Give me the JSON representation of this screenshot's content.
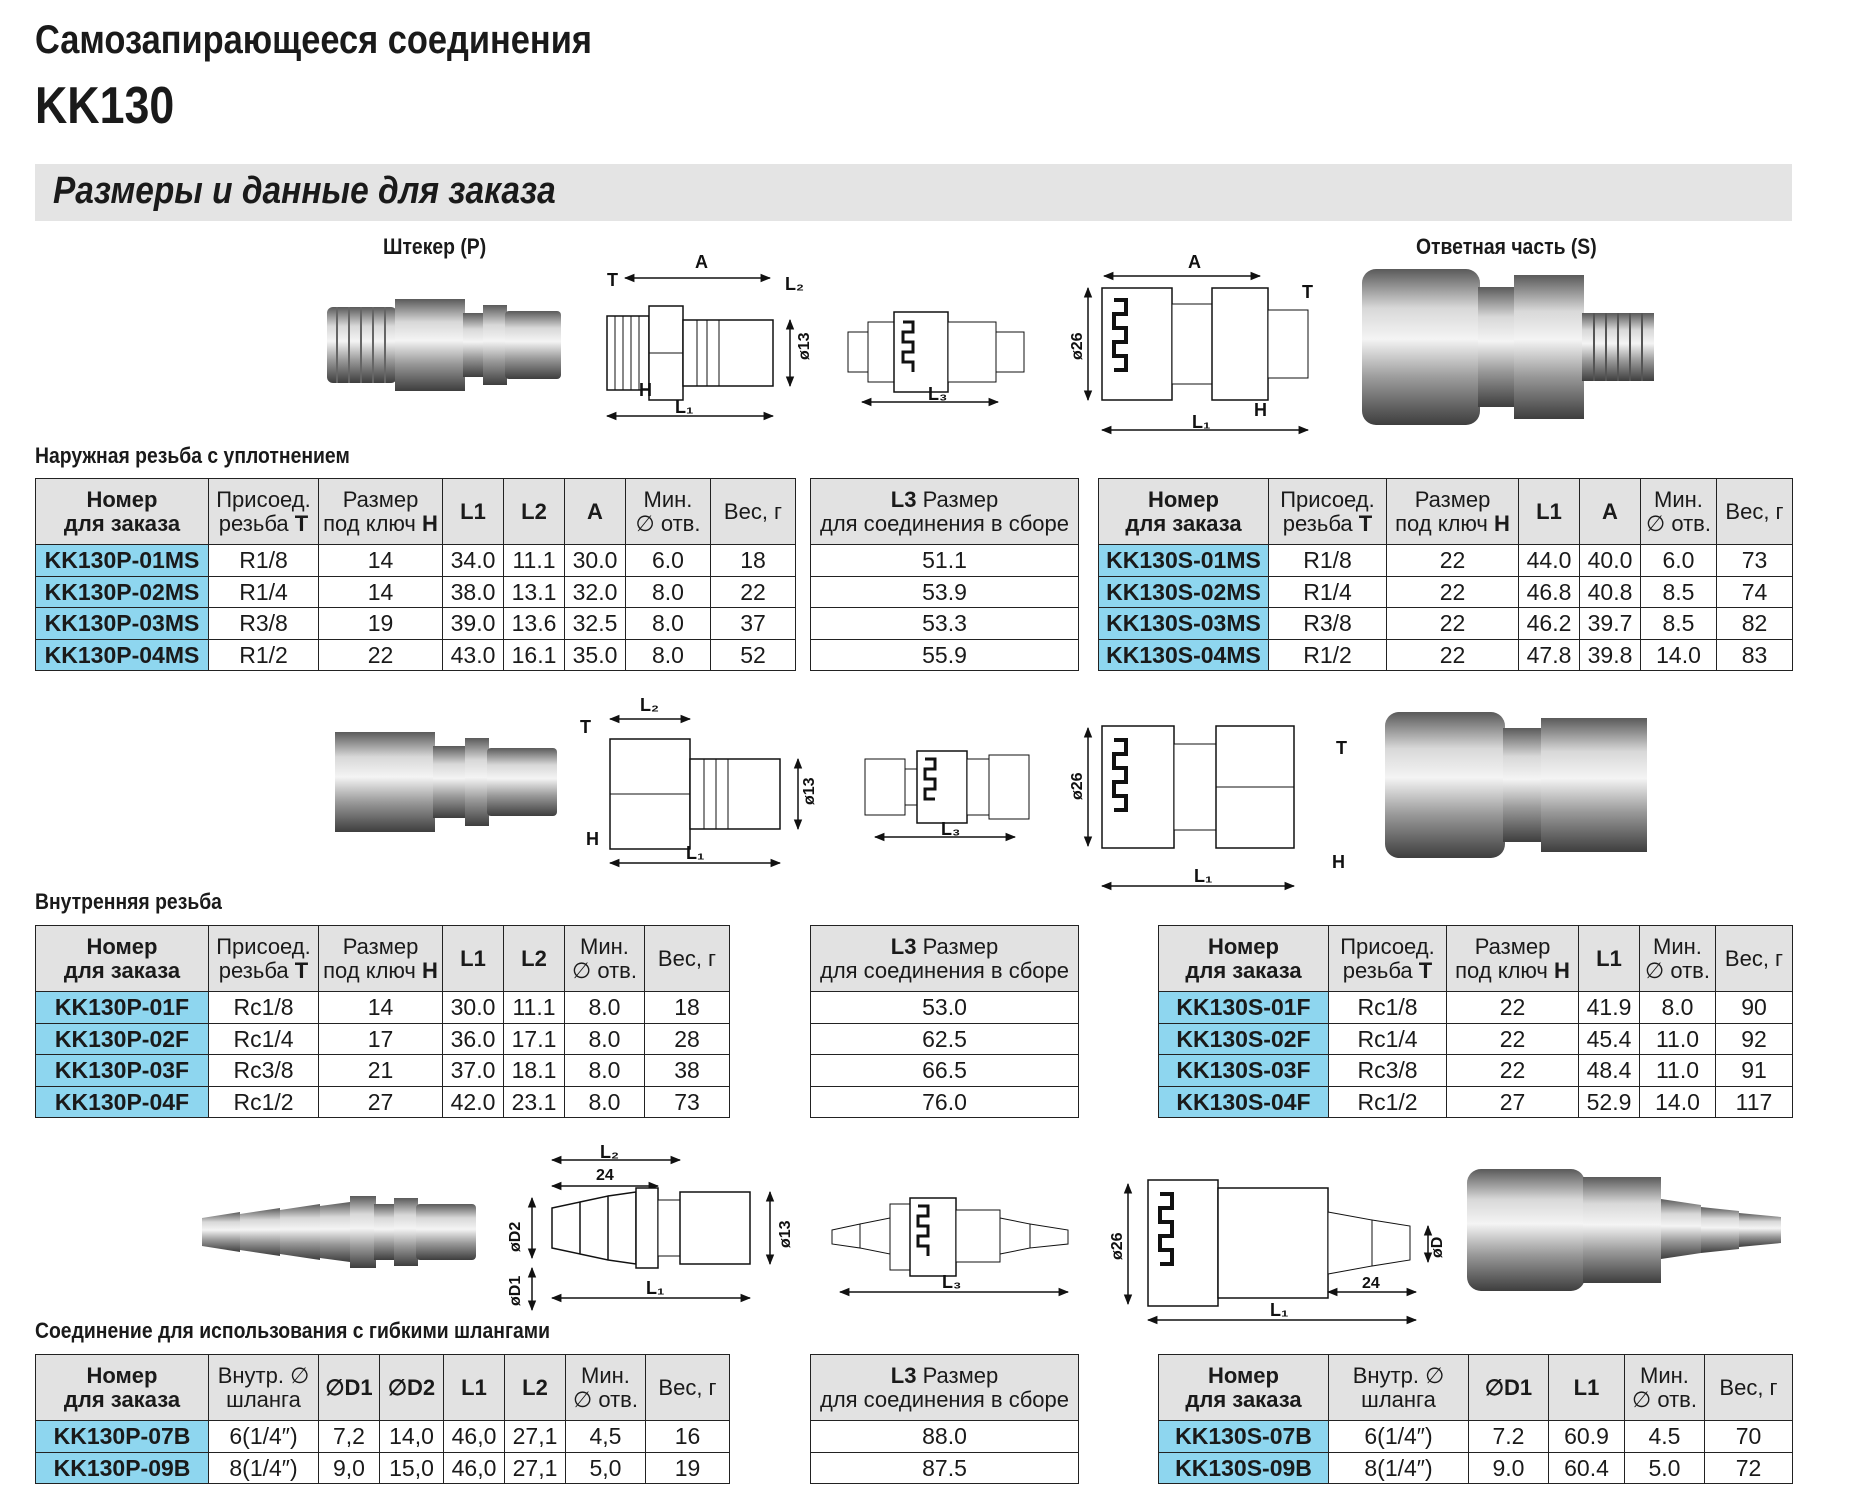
{
  "header": {
    "title": "Самозапирающееся соединения",
    "model": "KK130",
    "section": "Размеры и данные для заказа"
  },
  "labels": {
    "plug": "Штекер (P)",
    "socket": "Ответная часть (S)"
  },
  "dims": {
    "A": "A",
    "T": "T",
    "H": "H",
    "L1": "L₁",
    "L2": "L₂",
    "L3": "L₃",
    "d13": "ø13",
    "d26": "ø26",
    "d24": "24",
    "D1": "øD1",
    "D2": "øD2",
    "D": "øD"
  },
  "sections": {
    "male": "Наружная резьба с уплотнением",
    "female": "Внутренняя резьба",
    "hose": "Соединение для использования с гибкими шлангами"
  },
  "hdr": {
    "part_a": "Номер",
    "part_b": "для заказа",
    "thread_a": "Присоед.",
    "thread_b": "резьба ",
    "thread_T": "T",
    "key_a": "Размер",
    "key_b": "под ключ ",
    "key_H": "H",
    "l1": "L1",
    "l2": "L2",
    "a": "A",
    "minhole_a": "Мин.",
    "minhole_b": "∅ отв.",
    "weight": "Вес, г",
    "l3_a": "L3",
    "l3_a2": " Размер",
    "l3_b": "для соединения в сборе",
    "hose_a": "Внутр. ∅",
    "hose_b": "шланга",
    "d1": "∅D1",
    "d2": "∅D2"
  },
  "tables": {
    "male_plug": [
      [
        "KK130P-01MS",
        "R1/8",
        "14",
        "34.0",
        "11.1",
        "30.0",
        "6.0",
        "18"
      ],
      [
        "KK130P-02MS",
        "R1/4",
        "14",
        "38.0",
        "13.1",
        "32.0",
        "8.0",
        "22"
      ],
      [
        "KK130P-03MS",
        "R3/8",
        "19",
        "39.0",
        "13.6",
        "32.5",
        "8.0",
        "37"
      ],
      [
        "KK130P-04MS",
        "R1/2",
        "22",
        "43.0",
        "16.1",
        "35.0",
        "8.0",
        "52"
      ]
    ],
    "male_l3": [
      "51.1",
      "53.9",
      "53.3",
      "55.9"
    ],
    "male_socket": [
      [
        "KK130S-01MS",
        "R1/8",
        "22",
        "44.0",
        "40.0",
        "6.0",
        "73"
      ],
      [
        "KK130S-02MS",
        "R1/4",
        "22",
        "46.8",
        "40.8",
        "8.5",
        "74"
      ],
      [
        "KK130S-03MS",
        "R3/8",
        "22",
        "46.2",
        "39.7",
        "8.5",
        "82"
      ],
      [
        "KK130S-04MS",
        "R1/2",
        "22",
        "47.8",
        "39.8",
        "14.0",
        "83"
      ]
    ],
    "female_plug": [
      [
        "KK130P-01F",
        "Rc1/8",
        "14",
        "30.0",
        "11.1",
        "8.0",
        "18"
      ],
      [
        "KK130P-02F",
        "Rc1/4",
        "17",
        "36.0",
        "17.1",
        "8.0",
        "28"
      ],
      [
        "KK130P-03F",
        "Rc3/8",
        "21",
        "37.0",
        "18.1",
        "8.0",
        "38"
      ],
      [
        "KK130P-04F",
        "Rc1/2",
        "27",
        "42.0",
        "23.1",
        "8.0",
        "73"
      ]
    ],
    "female_l3": [
      "53.0",
      "62.5",
      "66.5",
      "76.0"
    ],
    "female_socket": [
      [
        "KK130S-01F",
        "Rc1/8",
        "22",
        "41.9",
        "8.0",
        "90"
      ],
      [
        "KK130S-02F",
        "Rc1/4",
        "22",
        "45.4",
        "11.0",
        "92"
      ],
      [
        "KK130S-03F",
        "Rc3/8",
        "22",
        "48.4",
        "11.0",
        "91"
      ],
      [
        "KK130S-04F",
        "Rc1/2",
        "27",
        "52.9",
        "14.0",
        "117"
      ]
    ],
    "hose_plug": [
      [
        "KK130P-07B",
        "6(1/4″)",
        "7,2",
        "14,0",
        "46,0",
        "27,1",
        "4,5",
        "16"
      ],
      [
        "KK130P-09B",
        "8(1/4″)",
        "9,0",
        "15,0",
        "46,0",
        "27,1",
        "5,0",
        "19"
      ]
    ],
    "hose_l3": [
      "88.0",
      "87.5"
    ],
    "hose_socket": [
      [
        "KK130S-07B",
        "6(1/4″)",
        "7.2",
        "60.9",
        "4.5",
        "70"
      ],
      [
        "KK130S-09B",
        "8(1/4″)",
        "9.0",
        "60.4",
        "5.0",
        "72"
      ]
    ]
  },
  "colors": {
    "part_cell": "#8ed6ef",
    "header_cell": "#e2e2e2",
    "band": "#e4e4e4"
  }
}
